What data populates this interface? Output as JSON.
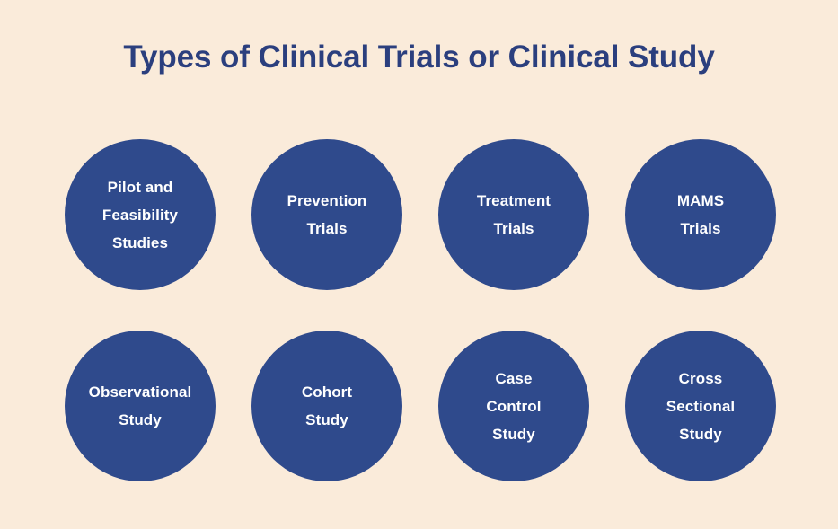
{
  "poster": {
    "title": "Types of Clinical Trials or Clinical Study",
    "background_color": "#faebda",
    "title_color": "#2b3f7e",
    "circle_color": "#2f4a8c",
    "label_color": "#ffffff"
  },
  "circles": [
    {
      "label": "Pilot and\nFeasibility\nStudies",
      "name": "pilot-and-feasibility-studies"
    },
    {
      "label": "Prevention\nTrials",
      "name": "prevention-trials"
    },
    {
      "label": "Treatment\nTrials",
      "name": "treatment-trials"
    },
    {
      "label": "MAMS\nTrials",
      "name": "mams-trials"
    },
    {
      "label": "Observational\nStudy",
      "name": "observational-study"
    },
    {
      "label": "Cohort\nStudy",
      "name": "cohort-study"
    },
    {
      "label": "Case\nControl\nStudy",
      "name": "case-control-study"
    },
    {
      "label": "Cross\nSectional\nStudy",
      "name": "cross-sectional-study"
    }
  ]
}
